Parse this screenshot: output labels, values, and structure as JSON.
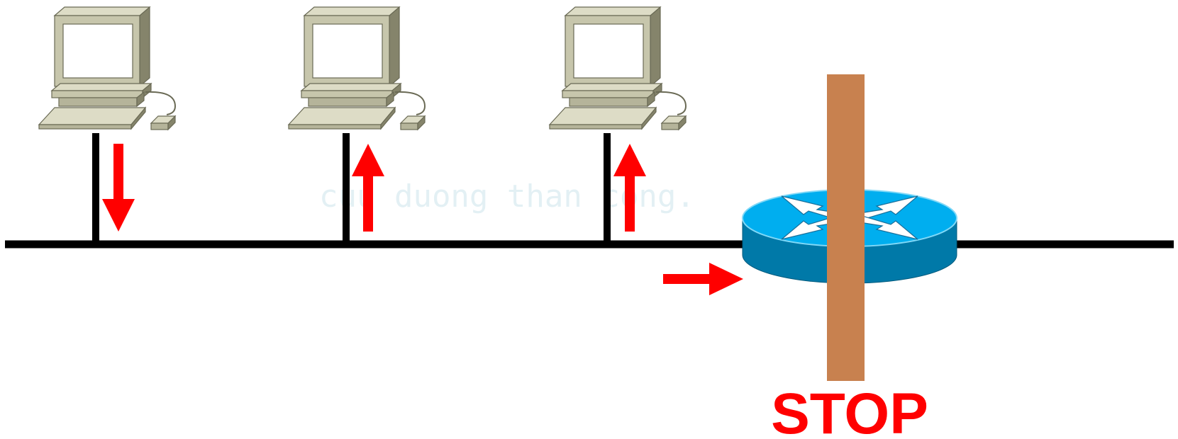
{
  "watermark": "cuu duong than cong.",
  "stop_label": "STOP",
  "colors": {
    "bus": "#000000",
    "arrow": "#ff0000",
    "barrier": "#c8814f",
    "router_top": "#00aeef",
    "router_side": "#0079a8",
    "computer_body": "#c7c6ac",
    "stop_text": "#ff0000"
  },
  "nodes": [
    {
      "type": "computer",
      "icon": "desktop-computer-icon",
      "traffic": "receive"
    },
    {
      "type": "computer",
      "icon": "desktop-computer-icon",
      "traffic": "send"
    },
    {
      "type": "computer",
      "icon": "desktop-computer-icon",
      "traffic": "send"
    },
    {
      "type": "router",
      "icon": "router-icon",
      "traffic": "blocked"
    }
  ]
}
